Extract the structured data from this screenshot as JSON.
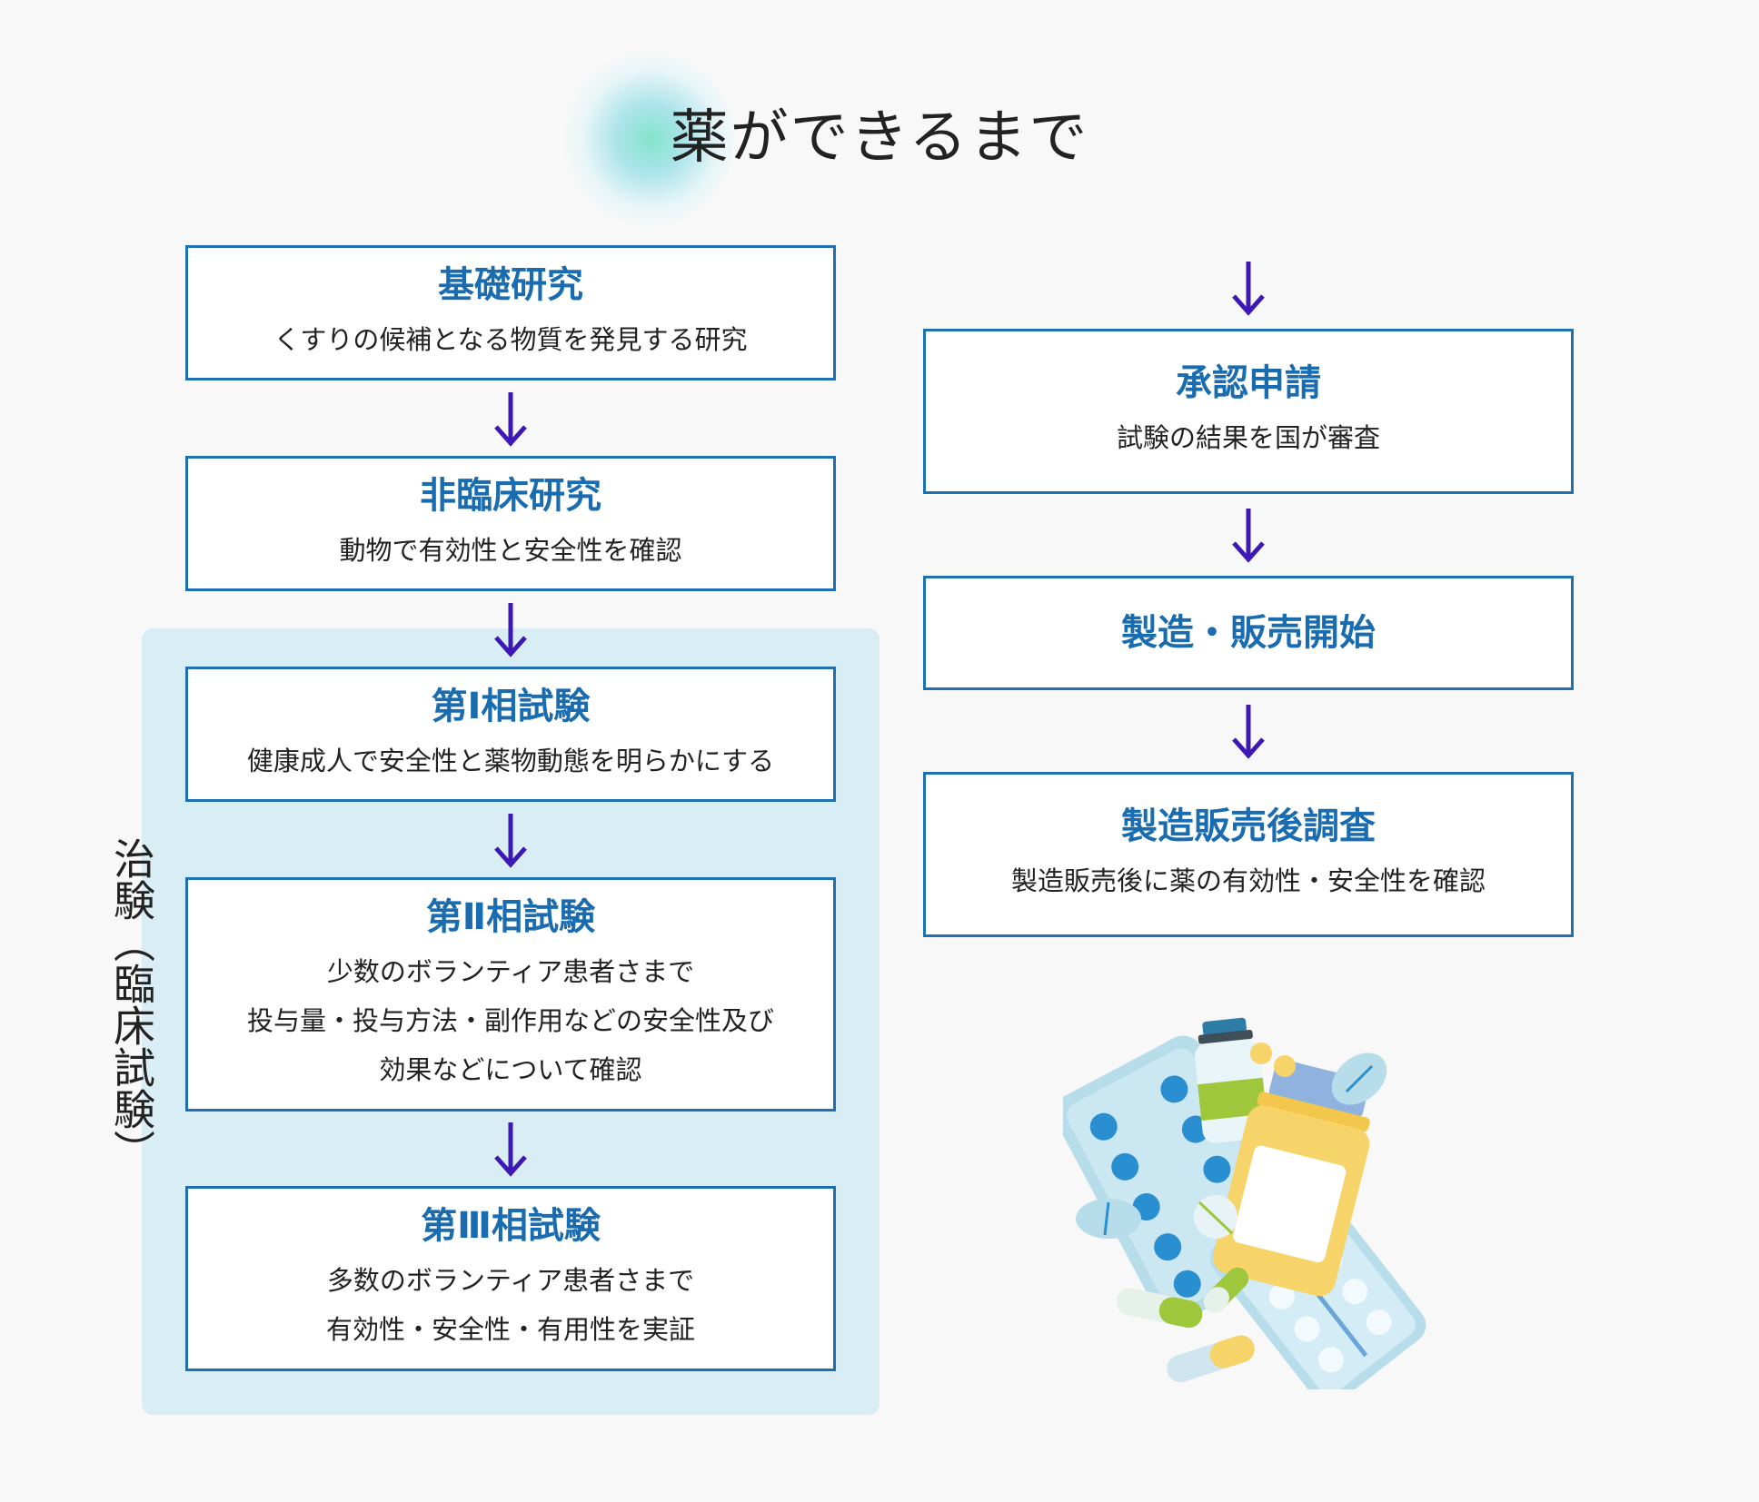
{
  "title": "薬ができるまで",
  "trial_group_label": "治験（臨床試験）",
  "left_steps": [
    {
      "heading": "基礎研究",
      "desc": [
        "くすりの候補となる物質を発見する研究"
      ]
    },
    {
      "heading": "非臨床研究",
      "desc": [
        "動物で有効性と安全性を確認"
      ]
    },
    {
      "heading": "第Ⅰ相試験",
      "desc": [
        "健康成人で安全性と薬物動態を明らかにする"
      ]
    },
    {
      "heading": "第Ⅱ相試験",
      "desc": [
        "少数のボランティア患者さまで",
        "投与量・投与方法・副作用などの安全性及び",
        "効果などについて確認"
      ]
    },
    {
      "heading": "第Ⅲ相試験",
      "desc": [
        "多数のボランティア患者さまで",
        "有効性・安全性・有用性を実証"
      ]
    }
  ],
  "right_steps": [
    {
      "heading": "承認申請",
      "desc": [
        "試験の結果を国が審査"
      ]
    },
    {
      "heading": "製造・販売開始",
      "desc": []
    },
    {
      "heading": "製造販売後調査",
      "desc": [
        "製造販売後に薬の有効性・安全性を確認"
      ]
    }
  ],
  "colors": {
    "heading": "#1a6cb0",
    "box_border": "#1f6fb3",
    "arrow": "#3d18b5",
    "trial_background": "#d9eef4"
  },
  "illustration": "medicine-pills-icon"
}
